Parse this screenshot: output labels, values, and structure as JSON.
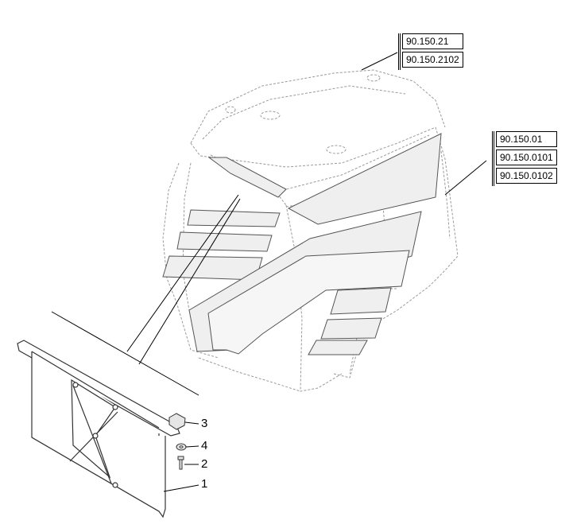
{
  "references": {
    "top": [
      "90.150.21",
      "90.150.2102"
    ],
    "right": [
      "90.150.01",
      "90.150.0101",
      "90.150.0102"
    ]
  },
  "callouts": [
    "3",
    "4",
    "2",
    "1"
  ]
}
